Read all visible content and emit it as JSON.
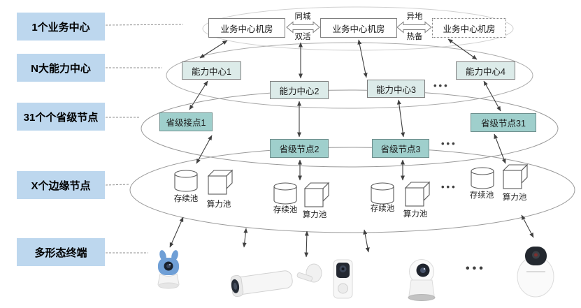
{
  "side_labels": [
    "1个业务中心",
    "N大能力中心",
    "31个个省级节点",
    "X个边缘节点",
    "多形态终端"
  ],
  "business": {
    "rooms": [
      "业务中心机房",
      "业务中心机房",
      "业务中心机房"
    ],
    "links": [
      {
        "top": "同城",
        "bottom": "双活"
      },
      {
        "top": "异地",
        "bottom": "热备"
      }
    ]
  },
  "capability": {
    "nodes": [
      "能力中心1",
      "能力中心2",
      "能力中心3",
      "能力中心4"
    ]
  },
  "provincial": {
    "nodes": [
      "省级接点1",
      "省级节点2",
      "省级节点3",
      "省级节点31"
    ]
  },
  "edge": {
    "groups": [
      {
        "storage": "存续池",
        "compute": "算力池"
      },
      {
        "storage": "存续池",
        "compute": "算力池"
      },
      {
        "storage": "存续池",
        "compute": "算力池"
      },
      {
        "storage": "存续池",
        "compute": "算力池"
      }
    ]
  },
  "terminals": {
    "devices": [
      "baby-monitor-camera",
      "bullet-camera",
      "video-doorbell",
      "ptz-dome-camera",
      "ptz-camera"
    ]
  },
  "misc": {
    "ellipsis": "•••"
  },
  "colors": {
    "side_label_bg": "#bdd7ee",
    "capability_bg": "#dcebe9",
    "provincial_bg": "#9fcfcc",
    "box_border": "#7f7f7f",
    "arrow": "#404040",
    "ellipse_stroke": "#9a9a9a",
    "device_blue": "#6f9fd6"
  }
}
